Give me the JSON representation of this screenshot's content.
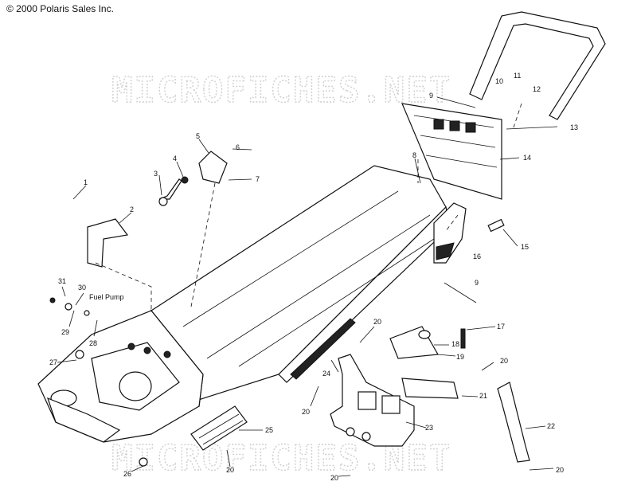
{
  "copyright": "© 2000 Polaris Sales Inc.",
  "watermark": [
    "MICROFICHES.NET",
    "MICROFICHES.NET"
  ],
  "labels": {
    "fuel_pump": "Fuel Pump"
  },
  "callouts": [
    "1",
    "2",
    "3",
    "4",
    "5",
    "6",
    "7",
    "8",
    "9",
    "10",
    "11",
    "12",
    "13",
    "14",
    "15",
    "16",
    "9",
    "17",
    "18",
    "19",
    "20",
    "20",
    "21",
    "22",
    "20",
    "23",
    "24",
    "20",
    "25",
    "20",
    "26",
    "27",
    "28",
    "29",
    "30",
    "31"
  ]
}
